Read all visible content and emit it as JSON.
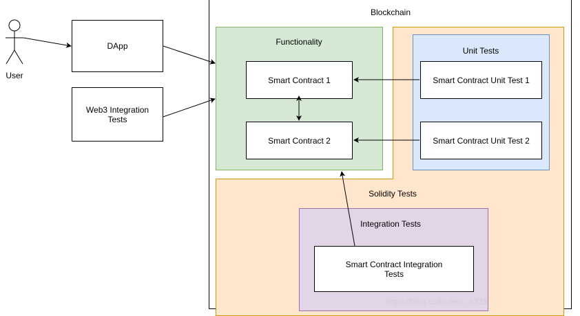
{
  "actor": {
    "label": "User"
  },
  "nodes": {
    "dapp": "DApp",
    "web3_integration_tests": "Web3 Integration Tests",
    "smart_contract_1": "Smart Contract 1",
    "smart_contract_2": "Smart Contract 2",
    "unit_test_1": "Smart Contract Unit Test 1",
    "unit_test_2": "Smart Contract Unit Test 2",
    "integration_test": "Smart Contract Integration Tests"
  },
  "containers": {
    "blockchain": "Blockchain",
    "functionality": "Functionality",
    "solidity_tests": "Solidity Tests",
    "unit_tests": "Unit Tests",
    "integration_tests": "Integration Tests"
  },
  "colors": {
    "functionality_fill": "#d5e8d4",
    "functionality_border": "#82b366",
    "solidity_fill": "#ffe6cc",
    "solidity_border": "#d79b00",
    "unit_fill": "#dae8fc",
    "unit_border": "#6c8ebf",
    "integration_fill": "#e1d5e7",
    "integration_border": "#9673a6"
  },
  "watermark": "https://blog.csdn.net/...3333"
}
